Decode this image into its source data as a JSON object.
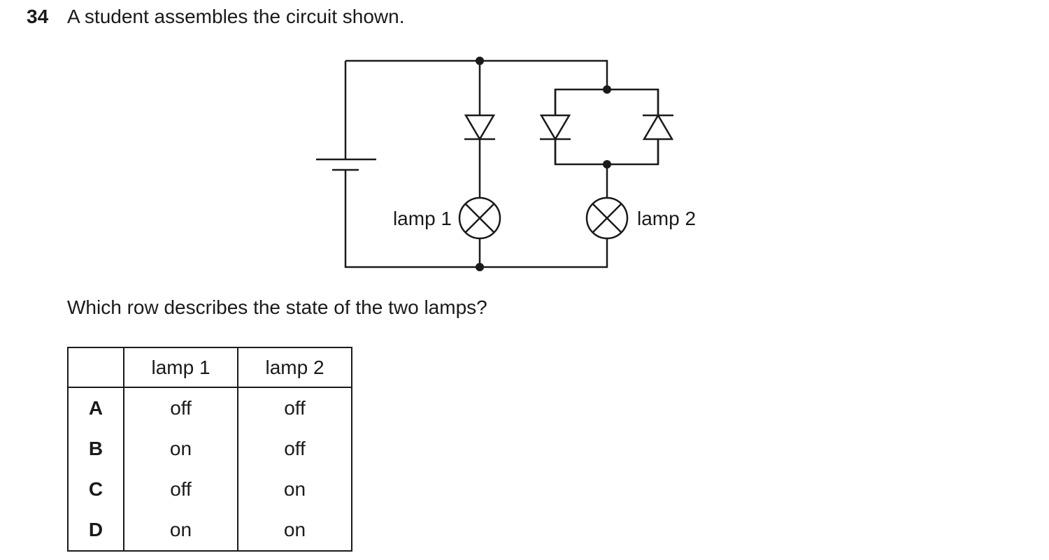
{
  "question": {
    "number": "34",
    "text": "A student assembles the circuit shown.",
    "prompt": "Which row describes the state of the two lamps?"
  },
  "diagram": {
    "lamp1_label": "lamp 1",
    "lamp2_label": "lamp 2"
  },
  "table": {
    "headers": [
      "",
      "lamp 1",
      "lamp 2"
    ],
    "rows": [
      {
        "letter": "A",
        "lamp1": "off",
        "lamp2": "off"
      },
      {
        "letter": "B",
        "lamp1": "on",
        "lamp2": "off"
      },
      {
        "letter": "C",
        "lamp1": "off",
        "lamp2": "on"
      },
      {
        "letter": "D",
        "lamp1": "on",
        "lamp2": "on"
      }
    ]
  }
}
